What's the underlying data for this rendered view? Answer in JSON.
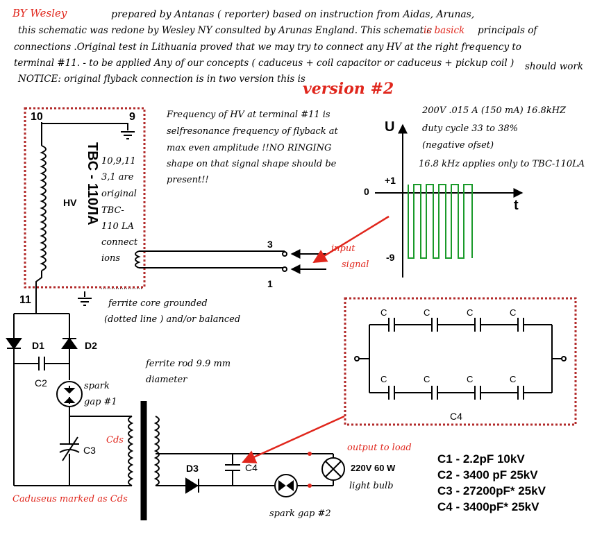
{
  "header": {
    "by": "BY Wesley",
    "line1": "prepared by Antanas ( reporter) based on instruction from Aidas, Arunas,",
    "line2a": "this schematic was redone by Wesley NY  consulted by Arunas England. This schematic",
    "line2b": "is basick",
    "line2c": "principals of",
    "line3": "connections .Original test in Lithuania  proved that  we may try to connect any HV  at the right frequency to",
    "line4a": "terminal #11. - to be applied Any of our concepts ( caduceus + coil capacitor     or      caduceus + pickup coil )",
    "line4b": "should work",
    "line5": "NOTICE: original flyback connection is in two  version this is",
    "version": "version #2"
  },
  "notes": {
    "freq1": "Frequency of HV at terminal #11 is",
    "freq2": "selfresonance frequency of flyback at",
    "freq3": "max even amplitude !!NO RINGING",
    "freq4": "shape on that signal shape should be",
    "freq5": "present!!",
    "spec1": "200V .015 A (150 mA) 16.8kHZ",
    "spec2": "duty cycle 33 to 38%",
    "spec3": "(negative ofset)",
    "spec4": "16.8 kHz applies only to TBC-110LA",
    "orig1": "10,9,11",
    "orig2": "3,1 are",
    "orig3": "original",
    "orig4": "TBC-",
    "orig5": "110 LA",
    "orig6": "connect",
    "orig7": "ions",
    "ferrite1": "ferrite core grounded",
    "ferrite2": "(dotted line ) and/or balanced",
    "rod1": "ferrite rod 9.9 mm",
    "rod2": "diameter",
    "spark1a": "spark",
    "spark1b": "gap #1",
    "cds": "Cds",
    "caduseus": "Caduseus marked as Cds",
    "input1": "input",
    "input2": "signal",
    "output": "output to load",
    "spark2": "spark gap #2",
    "bulb1": "220V 60 W",
    "bulb2": "light bulb"
  },
  "labels": {
    "t10": "10",
    "t9": "9",
    "t11": "11",
    "t3": "3",
    "t1": "1",
    "hv": "HV",
    "transformer": "TBC - 110ЛА",
    "d1": "D1",
    "d2": "D2",
    "d3": "D3",
    "c2": "C2",
    "c3": "C3",
    "c4": "C4",
    "c4box": "C4",
    "c": "C",
    "u": "U",
    "tAxis": "t",
    "zero": "0",
    "plus1": "+1",
    "minus9": "-9"
  },
  "parts": [
    {
      "name": "C1 - 2.2pF  10kV"
    },
    {
      "name": "C2 - 3400 pF 25kV"
    },
    {
      "name": "C3 - 27200pF*  25kV"
    },
    {
      "name": "C4 - 3400pF* 25kV"
    }
  ],
  "colors": {
    "red": "#e0261c",
    "dotted": "#b22a2a",
    "signal": "#1a9a2a"
  }
}
